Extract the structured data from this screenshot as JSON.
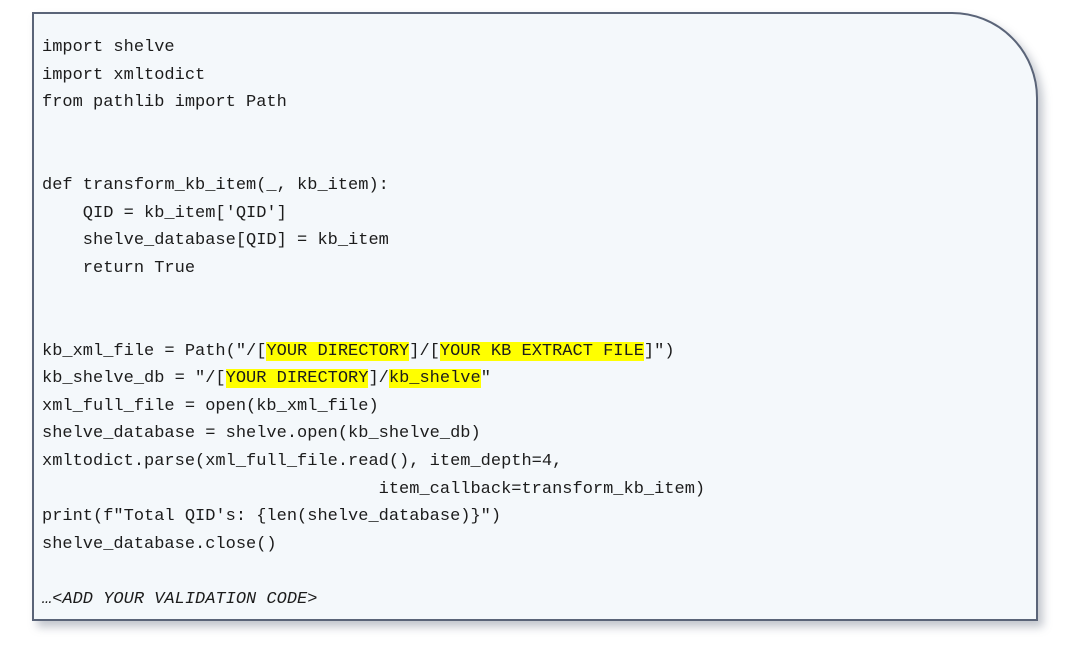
{
  "card": {
    "background_color": "#F4F8FB",
    "border_color": "#5A6478",
    "highlight_color": "#FFFF00",
    "text_color": "#1C1C1C"
  },
  "code": {
    "language": "python",
    "lines": [
      {
        "id": "line-import-shelve",
        "segments": [
          {
            "text": "import shelve"
          }
        ]
      },
      {
        "id": "line-import-xmltodict",
        "segments": [
          {
            "text": "import xmltodict"
          }
        ]
      },
      {
        "id": "line-from-pathlib",
        "segments": [
          {
            "text": "from pathlib import Path"
          }
        ]
      },
      {
        "id": "line-blank-1",
        "segments": [
          {
            "text": ""
          }
        ]
      },
      {
        "id": "line-blank-2",
        "segments": [
          {
            "text": ""
          }
        ]
      },
      {
        "id": "line-def-transform",
        "segments": [
          {
            "text": "def transform_kb_item(_, kb_item):"
          }
        ]
      },
      {
        "id": "line-qid-assign",
        "segments": [
          {
            "text": "    QID = kb_item['QID']"
          }
        ]
      },
      {
        "id": "line-shelve-assign",
        "segments": [
          {
            "text": "    shelve_database[QID] = kb_item"
          }
        ]
      },
      {
        "id": "line-return-true",
        "segments": [
          {
            "text": "    return True"
          }
        ]
      },
      {
        "id": "line-blank-3",
        "segments": [
          {
            "text": ""
          }
        ]
      },
      {
        "id": "line-blank-4",
        "segments": [
          {
            "text": ""
          }
        ]
      },
      {
        "id": "line-kb-xml-file",
        "segments": [
          {
            "text": "kb_xml_file = Path(\"/["
          },
          {
            "text": "YOUR DIRECTORY",
            "highlight": true
          },
          {
            "text": "]/["
          },
          {
            "text": "YOUR KB EXTRACT FILE",
            "highlight": true
          },
          {
            "text": "]\")"
          }
        ]
      },
      {
        "id": "line-kb-shelve-db",
        "segments": [
          {
            "text": "kb_shelve_db = \"/["
          },
          {
            "text": "YOUR DIRECTORY",
            "highlight": true
          },
          {
            "text": "]/"
          },
          {
            "text": "kb_shelve",
            "highlight": true
          },
          {
            "text": "\""
          }
        ]
      },
      {
        "id": "line-xml-full-file",
        "segments": [
          {
            "text": "xml_full_file = open(kb_xml_file)"
          }
        ]
      },
      {
        "id": "line-shelve-database-open",
        "segments": [
          {
            "text": "shelve_database = shelve.open(kb_shelve_db)"
          }
        ]
      },
      {
        "id": "line-xmltodict-parse",
        "segments": [
          {
            "text": "xmltodict.parse(xml_full_file.read(), item_depth=4,"
          }
        ]
      },
      {
        "id": "line-item-callback",
        "segments": [
          {
            "text": "                                 item_callback=transform_kb_item)"
          }
        ]
      },
      {
        "id": "line-print-total",
        "segments": [
          {
            "text": "print(f\"Total QID's: {len(shelve_database)}\")"
          }
        ]
      },
      {
        "id": "line-shelve-close",
        "segments": [
          {
            "text": "shelve_database.close()"
          }
        ]
      },
      {
        "id": "line-blank-5",
        "segments": [
          {
            "text": ""
          }
        ]
      },
      {
        "id": "line-validation-note",
        "italic": true,
        "segments": [
          {
            "text": "…<ADD YOUR VALIDATION CODE>"
          }
        ]
      }
    ]
  }
}
